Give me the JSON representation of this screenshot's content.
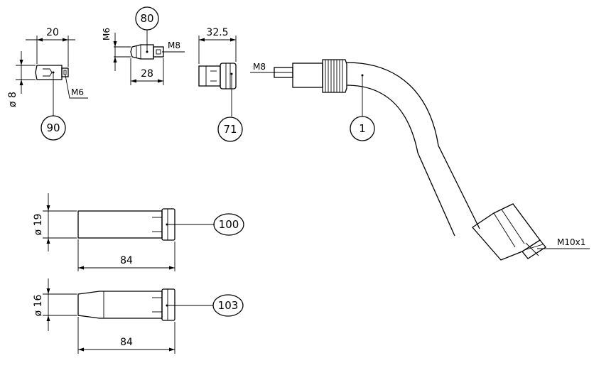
{
  "parts": {
    "p90": {
      "ref": "90",
      "dim_length": "20",
      "dim_diameter": "ø 8",
      "thread": "M6"
    },
    "p80": {
      "ref": "80",
      "dim_length": "28",
      "thread_left": "M6",
      "thread_right": "M8"
    },
    "p71": {
      "ref": "71",
      "dim_length": "32.5"
    },
    "p1": {
      "ref": "1",
      "thread_in": "M8",
      "thread_out": "M10x1"
    },
    "p100": {
      "ref": "100",
      "dim_length": "84",
      "dim_diameter": "ø 19"
    },
    "p103": {
      "ref": "103",
      "dim_length": "84",
      "dim_diameter": "ø 16"
    }
  }
}
